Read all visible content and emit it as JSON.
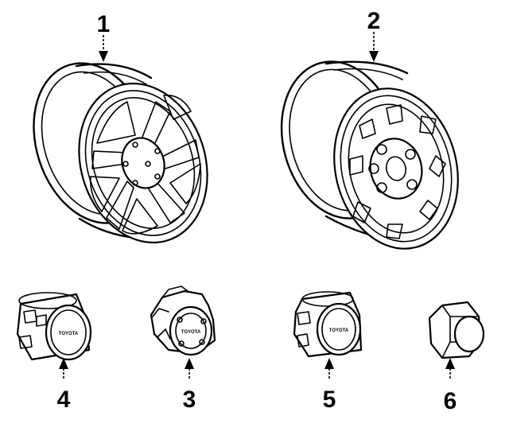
{
  "parts": [
    {
      "id": "wheel-1",
      "callout": "1"
    },
    {
      "id": "wheel-2",
      "callout": "2"
    },
    {
      "id": "hub-cap-4",
      "callout": "4",
      "badge": "TOYOTA"
    },
    {
      "id": "hub-cap-3",
      "callout": "3",
      "badge": "TOYOTA"
    },
    {
      "id": "hub-cap-5",
      "callout": "5",
      "badge": "TOYOTA"
    },
    {
      "id": "lug-cap-6",
      "callout": "6"
    }
  ]
}
